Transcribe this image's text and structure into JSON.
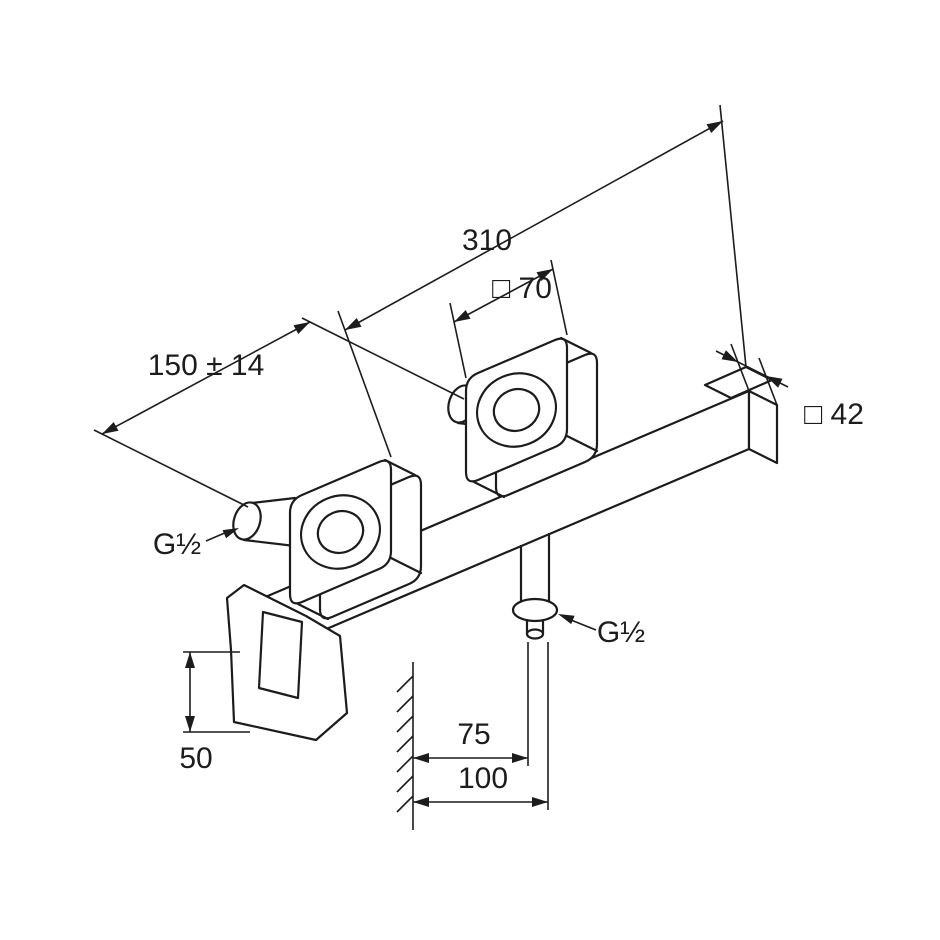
{
  "page": {
    "background": "#ffffff",
    "line_color": "#1c1c1c"
  },
  "drawing": {
    "labels": {
      "overall_width": "310",
      "handle_face": "□ 70",
      "union_spacing": "150 ± 14",
      "body_section": "□ 42",
      "inlet_thread": "G½",
      "outlet_thread": "G½",
      "spout_height": "50",
      "outlet_offset": "75",
      "overall_depth": "100"
    }
  }
}
